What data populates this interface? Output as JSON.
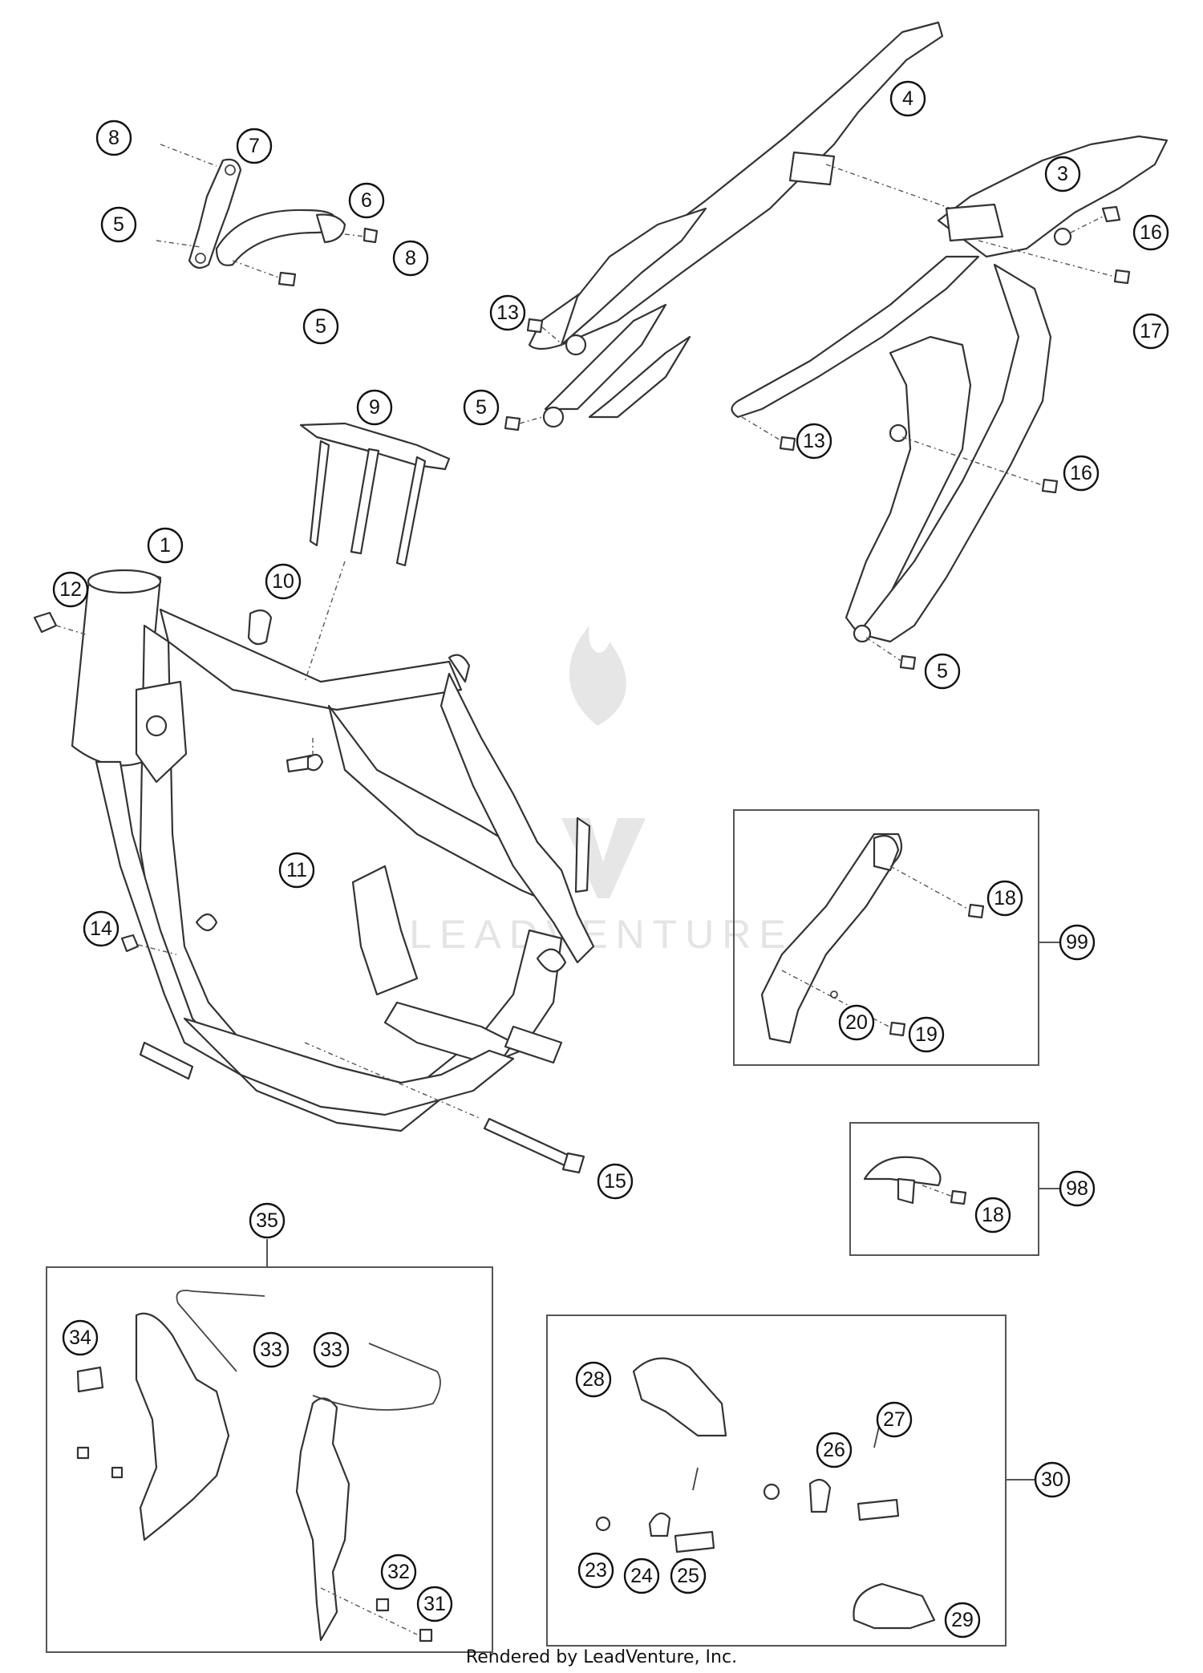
{
  "watermark": {
    "text": "LEADVENTURE"
  },
  "footer": {
    "text": "Rendered by LeadVenture, Inc."
  },
  "callouts": {
    "c1": "1",
    "c3": "3",
    "c4": "4",
    "c5a": "5",
    "c5b": "5",
    "c5c": "5",
    "c5d": "5",
    "c6": "6",
    "c7": "7",
    "c8a": "8",
    "c8b": "8",
    "c9": "9",
    "c10": "10",
    "c11": "11",
    "c12": "12",
    "c13a": "13",
    "c13b": "13",
    "c14": "14",
    "c15": "15",
    "c16a": "16",
    "c16b": "16",
    "c17": "17",
    "c18a": "18",
    "c18b": "18",
    "c19": "19",
    "c20": "20",
    "c23": "23",
    "c24": "24",
    "c25": "25",
    "c26": "26",
    "c27": "27",
    "c28": "28",
    "c29": "29",
    "c30": "30",
    "c31": "31",
    "c32": "32",
    "c33a": "33",
    "c33b": "33",
    "c34": "34",
    "c35": "35",
    "c98": "98",
    "c99": "99"
  }
}
